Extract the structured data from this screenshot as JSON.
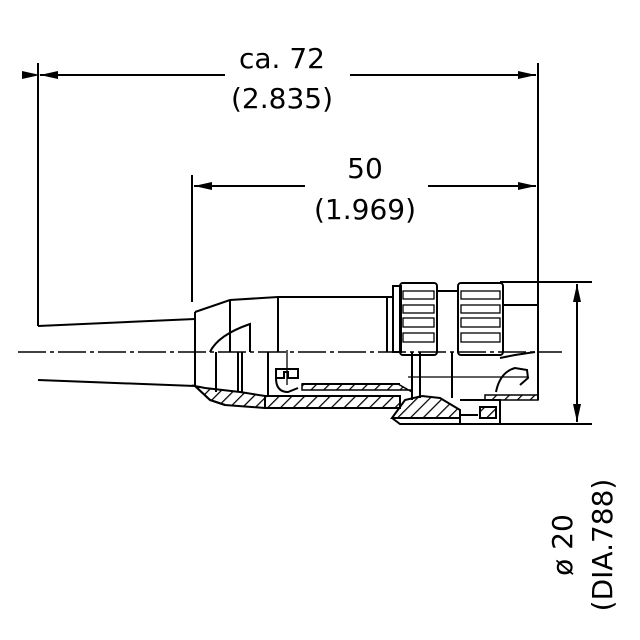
{
  "drawing": {
    "overall_length": {
      "metric": "ca. 72",
      "imperial": "(2.835)"
    },
    "body_length": {
      "metric": "50",
      "imperial": "(1.969)"
    },
    "diameter": {
      "metric": "ø 20",
      "imperial": "(DIA.788)"
    },
    "line_color": "#000000",
    "background_color": "#ffffff"
  }
}
